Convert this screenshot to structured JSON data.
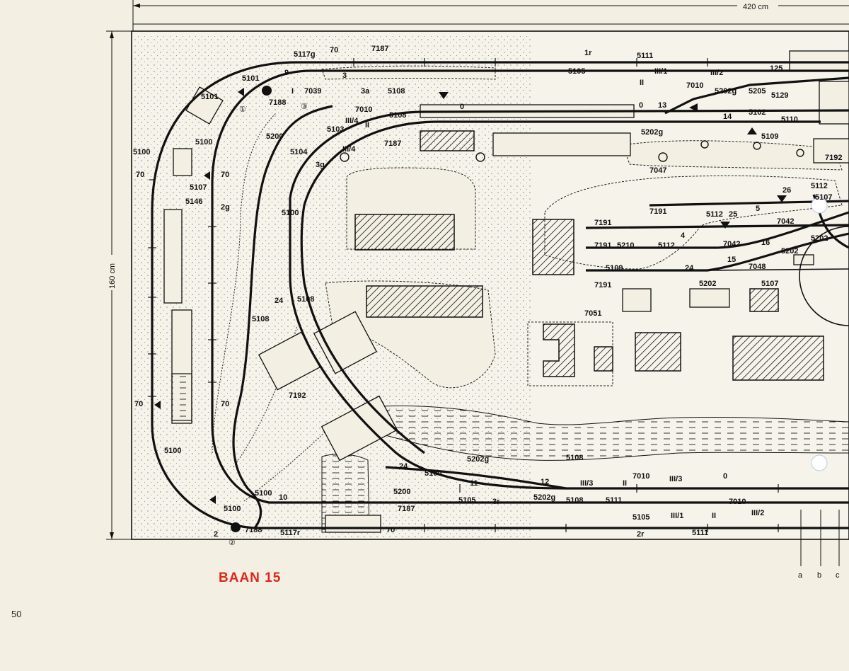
{
  "title": "BAAN 15",
  "page_number": "50",
  "dimensions": {
    "width_label": "420 cm",
    "height_label": "160 cm"
  },
  "wire_labels": [
    "a",
    "b",
    "c"
  ],
  "part_labels": {
    "p5117g": "5117g",
    "p70_top": "70",
    "p7187_top": "7187",
    "p1r": "1r",
    "p5105_top": "5105",
    "p5111_top": "5111",
    "pIII1_top": "III/1",
    "pII_top": "II",
    "p7010_top": "7010",
    "pIII2_top": "III/2",
    "p125": "125",
    "p5101a": "5101",
    "p5101b": "5101",
    "p7188_top": "7188",
    "p9": "9",
    "pI_a": "I",
    "p3": "3",
    "p3a": "3a",
    "p7039": "7039",
    "p5108_top": "5108",
    "p5202g_top": "5202g",
    "p5205": "5205",
    "p5129": "5129",
    "p13": "13",
    "p14": "14",
    "p5102": "5102",
    "p5110": "5110",
    "p5109_top": "5109",
    "p7010_b": "7010",
    "pIII4": "III/4",
    "pII_b": "II",
    "p5108_b": "5108",
    "p0_a": "0",
    "p0_b": "0",
    "p5200_top": "5200",
    "p5103": "5103",
    "pIII4_b": "III/4",
    "p7187_b": "7187",
    "p5202g_b": "5202g",
    "p7192_r": "7192",
    "p5100_l": "5100",
    "p5100_l2": "5100",
    "p5104": "5104",
    "p3g": "3g",
    "p7047": "7047",
    "p70_l": "70",
    "p70_l2": "70",
    "p5107_l": "5107",
    "p5146": "5146",
    "p2g": "2g",
    "p5100_m": "5100",
    "p7191_a": "7191",
    "p7191_b": "7191",
    "p7191_c": "7191",
    "p7191_d": "7191",
    "p5112_a": "5112",
    "p5112_b": "5112",
    "p5112_c": "5112",
    "p25": "25",
    "p5": "5",
    "p26": "26",
    "p5107_r": "5107",
    "p7042_a": "7042",
    "p7042_b": "7042",
    "p4": "4",
    "p16": "16",
    "p5202_a": "5202",
    "p5202_b": "5202",
    "p5210": "5210",
    "p24_a": "24",
    "p15": "15",
    "p7048": "7048",
    "p5109_b": "5109",
    "p5202_c": "5202",
    "p5107_b": "5107",
    "p7051": "7051",
    "p24_b": "24",
    "p5108_m": "5108",
    "p5108_m2": "5108",
    "p7192_m": "7192",
    "p70_b1": "70",
    "p70_b2": "70",
    "p5100_b": "5100",
    "p5100_b2": "5100",
    "p5100_b3": "5100",
    "p5100_c": "5100",
    "p5202g_c": "5202g",
    "p5108_c": "5108",
    "p24_c": "24",
    "p11": "11",
    "p12": "12",
    "p5200_b": "5200",
    "p5105_b": "5105",
    "p3r": "3r",
    "p5202g_d": "5202g",
    "p5108_d": "5108",
    "p5111_b": "5111",
    "pIII3_a": "III/3",
    "pII_c": "II",
    "p7010_c": "7010",
    "pIII3_b": "III/3",
    "p0_c": "0",
    "p7010_d": "7010",
    "pIII2_b": "III/2",
    "pIII1_b": "III/1",
    "pII_d": "II",
    "p5111_c": "5111",
    "p5105_c": "5105",
    "p2r": "2r",
    "p7187_c": "7187",
    "p70_c": "70",
    "p5117r": "5117r",
    "p10": "10",
    "p7188_b": "7188",
    "p2": "2",
    "c1": "①",
    "c2": "②",
    "c3": "③"
  }
}
